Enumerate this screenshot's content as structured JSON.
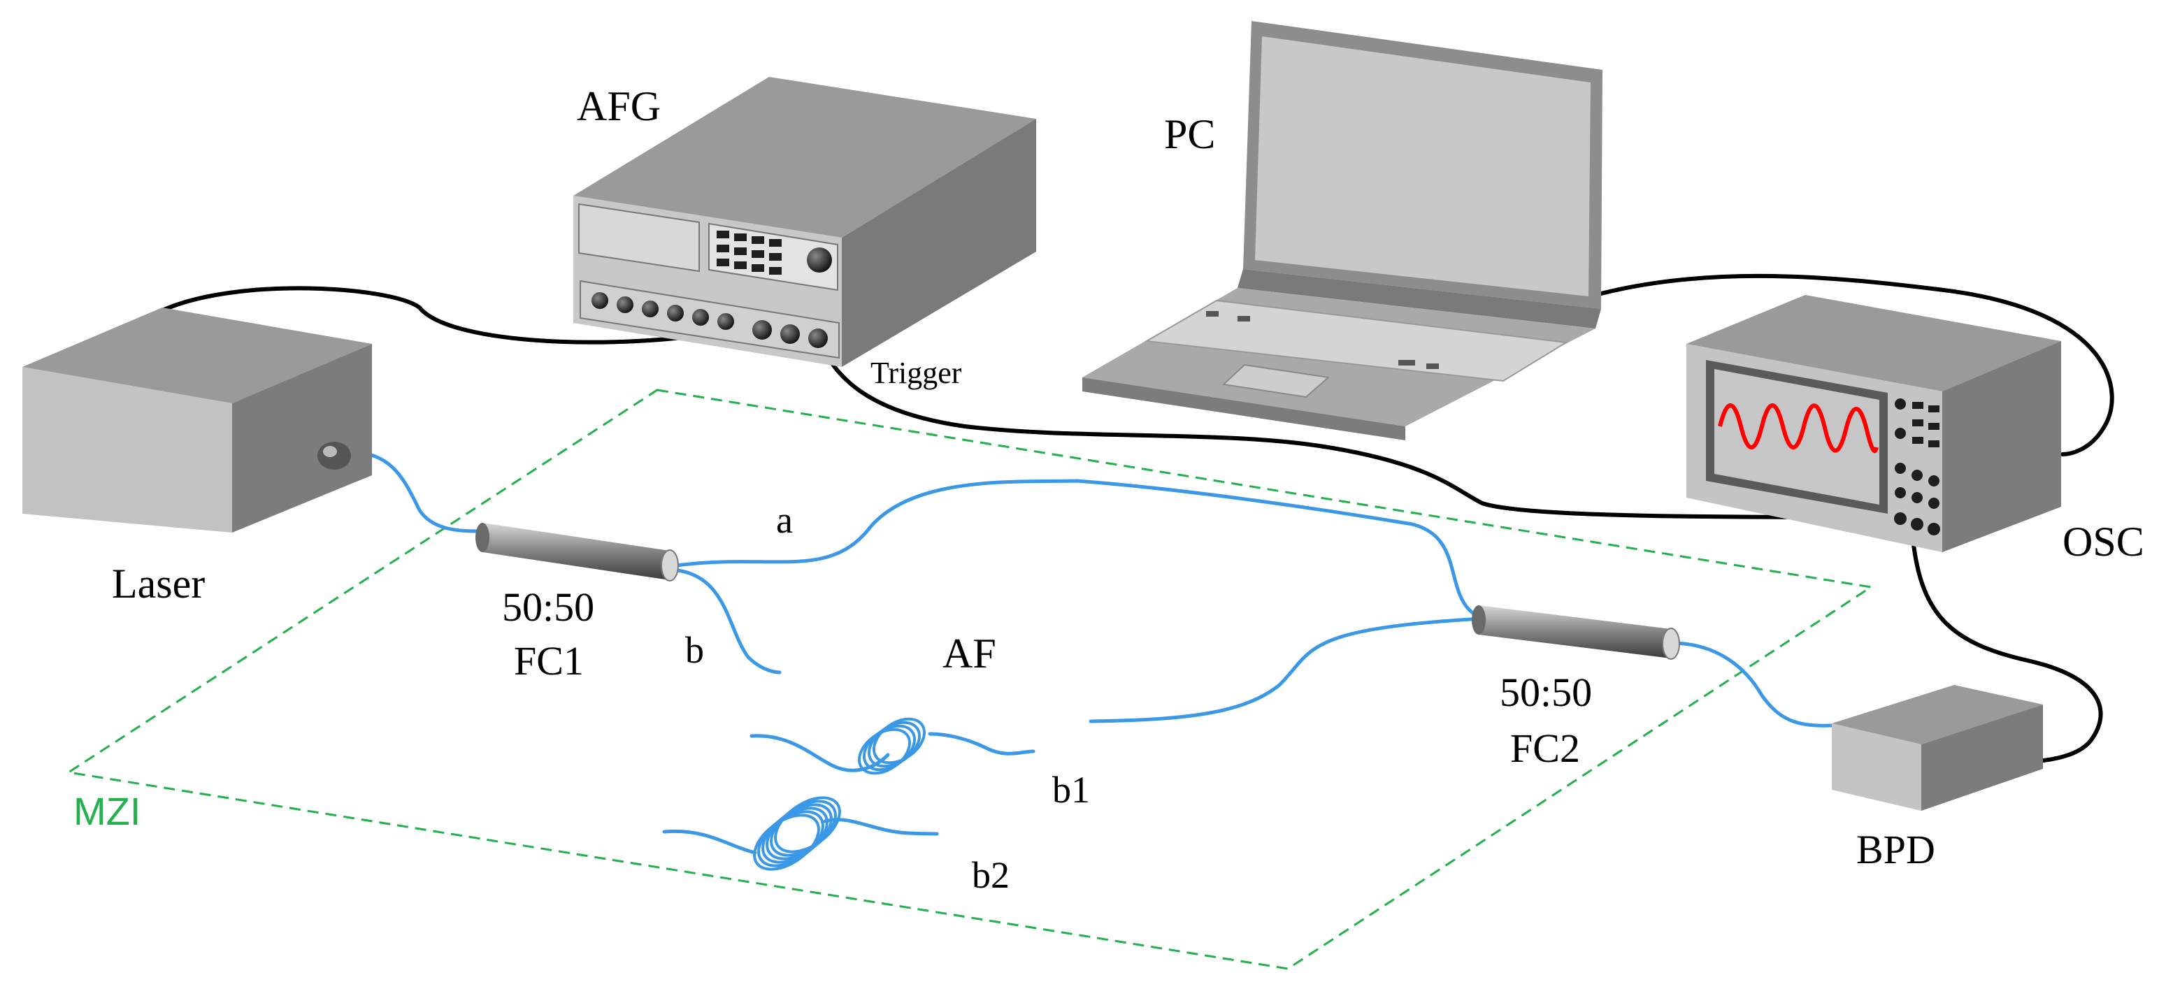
{
  "labels": {
    "afg": "AFG",
    "pc": "PC",
    "laser": "Laser",
    "trigger": "Trigger",
    "osc": "OSC",
    "fc1_ratio": "50:50",
    "fc1": "FC1",
    "fc2_ratio": "50:50",
    "fc2": "FC2",
    "arm_a": "a",
    "arm_b": "b",
    "af": "AF",
    "b1": "b1",
    "b2": "b2",
    "bpd": "BPD",
    "mzi": "MZI"
  },
  "colors": {
    "fiber": "#3a98e6",
    "cable": "#000000",
    "mzi_border": "#22b14c",
    "osc_trace": "#ff0000",
    "device_top": "#9a9a9a",
    "device_front": "#c2c2c2",
    "device_side": "#7c7c7c"
  }
}
